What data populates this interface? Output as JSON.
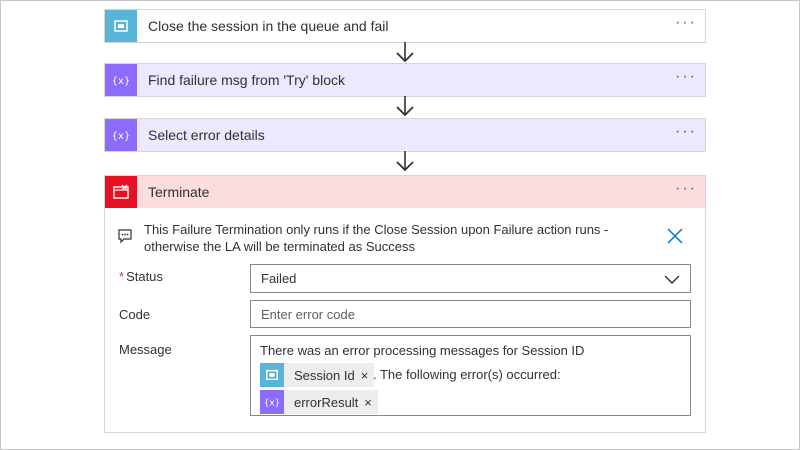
{
  "flow": {
    "steps": [
      {
        "title": "Close the session in the queue and fail",
        "icon": "service-bus-icon",
        "color": "#59b4d9",
        "bg": "#ffffff"
      },
      {
        "title": "Find failure msg from 'Try' block",
        "icon": "variable-icon",
        "color": "#8c6cff",
        "bg": "#ece8fe"
      },
      {
        "title": "Select error details",
        "icon": "variable-icon",
        "color": "#8c6cff",
        "bg": "#ece8fe"
      }
    ],
    "more_label": "···"
  },
  "terminate": {
    "title": "Terminate",
    "icon": "terminate-icon",
    "color": "#e81123",
    "header_bg": "#fcdcdc",
    "comment": "This Failure Termination only runs if the Close Session upon Failure action runs - otherwise the LA will be terminated as Success",
    "status": {
      "label": "Status",
      "required_mark": "*",
      "value": "Failed"
    },
    "code": {
      "label": "Code",
      "placeholder": "Enter error code"
    },
    "message": {
      "label": "Message",
      "line1": "There was an error processing messages for Session ID",
      "token1": {
        "label": "Session Id",
        "icon": "service-bus-icon",
        "color": "#59b4d9"
      },
      "after_token1": ". The following error(s) occurred:",
      "token2": {
        "label": "errorResult",
        "icon": "variable-icon",
        "color": "#8c6cff"
      },
      "remove_glyph": "×"
    }
  }
}
